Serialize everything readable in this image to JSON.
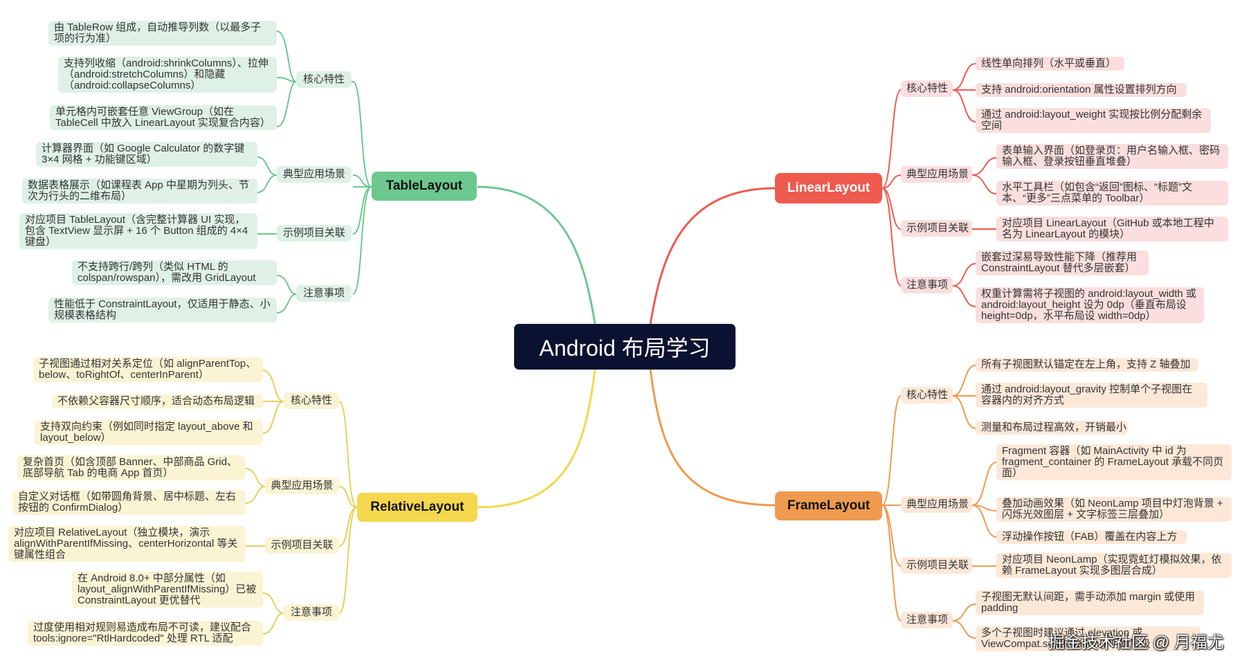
{
  "root": {
    "label": "Android 布局学习"
  },
  "branches": {
    "tablelayout": {
      "label": "TableLayout",
      "core": {
        "label": "核心特性",
        "items": [
          "由 TableRow 组成，自动推导列数（以最多子项的行为准）",
          "支持列收缩（android:shrinkColumns）、拉伸（android:stretchColumns）和隐藏（android:collapseColumns）",
          "单元格内可嵌套任意 ViewGroup（如在 TableCell 中放入 LinearLayout 实现复合内容）"
        ]
      },
      "scene": {
        "label": "典型应用场景",
        "items": [
          "计算器界面（如 Google Calculator 的数字键 3×4 网格 + 功能键区域）",
          "数据表格展示（如课程表 App 中星期为列头、节次为行头的二维布局）"
        ]
      },
      "example": {
        "label": "示例项目关联",
        "items": [
          "对应项目 TableLayout（含完整计算器 UI 实现，包含 TextView 显示屏 + 16 个 Button 组成的 4×4 键盘）"
        ]
      },
      "notes": {
        "label": "注意事项",
        "items": [
          "不支持跨行/跨列（类似 HTML 的 colspan/rowspan），需改用 GridLayout",
          "性能低于 ConstraintLayout，仅适用于静态、小规模表格结构"
        ]
      }
    },
    "linearlayout": {
      "label": "LinearLayout",
      "core": {
        "label": "核心特性",
        "items": [
          "线性单向排列（水平或垂直）",
          "支持 android:orientation 属性设置排列方向",
          "通过 android:layout_weight 实现按比例分配剩余空间"
        ]
      },
      "scene": {
        "label": "典型应用场景",
        "items": [
          "表单输入界面（如登录页：用户名输入框、密码输入框、登录按钮垂直堆叠）",
          "水平工具栏（如包含“返回”图标、“标题”文本、“更多”三点菜单的 Toolbar）"
        ]
      },
      "example": {
        "label": "示例项目关联",
        "items": [
          "对应项目 LinearLayout（GitHub 或本地工程中名为 LinearLayout 的模块）"
        ]
      },
      "notes": {
        "label": "注意事项",
        "items": [
          "嵌套过深易导致性能下降（推荐用 ConstraintLayout 替代多层嵌套）",
          "权重计算需将子视图的 android:layout_width 或 android:layout_height 设为 0dp（垂直布局设 height=0dp，水平布局设 width=0dp）"
        ]
      }
    },
    "relativelayout": {
      "label": "RelativeLayout",
      "core": {
        "label": "核心特性",
        "items": [
          "子视图通过相对关系定位（如 alignParentTop、below、toRightOf、centerInParent）",
          "不依赖父容器尺寸顺序，适合动态布局逻辑",
          "支持双向约束（例如同时指定 layout_above 和 layout_below）"
        ]
      },
      "scene": {
        "label": "典型应用场景",
        "items": [
          "复杂首页（如含顶部 Banner、中部商品 Grid、底部导航 Tab 的电商 App 首页）",
          "自定义对话框（如带圆角背景、居中标题、左右按钮的 ConfirmDialog）"
        ]
      },
      "example": {
        "label": "示例项目关联",
        "items": [
          "对应项目 RelativeLayout（独立模块，演示 alignWithParentIfMissing、centerHorizontal 等关键属性组合"
        ]
      },
      "notes": {
        "label": "注意事项",
        "items": [
          "在 Android 8.0+ 中部分属性（如 layout_alignWithParentIfMissing）已被 ConstraintLayout 更优替代",
          "过度使用相对规则易造成布局不可读，建议配合 tools:ignore=\"RtlHardcoded\" 处理 RTL 适配"
        ]
      }
    },
    "framelayout": {
      "label": "FrameLayout",
      "core": {
        "label": "核心特性",
        "items": [
          "所有子视图默认锚定在左上角，支持 Z 轴叠加",
          "通过 android:layout_gravity 控制单个子视图在容器内的对齐方式",
          "测量和布局过程高效，开销最小"
        ]
      },
      "scene": {
        "label": "典型应用场景",
        "items": [
          "Fragment 容器（如 MainActivity 中 id 为 fragment_container 的 FrameLayout 承载不同页面）",
          "叠加动画效果（如 NeonLamp 项目中灯泡背景 + 闪烁光效图层 + 文字标签三层叠加）",
          "浮动操作按钮（FAB）覆盖在内容上方"
        ]
      },
      "example": {
        "label": "示例项目关联",
        "items": [
          "对应项目 NeonLamp（实现霓虹灯模拟效果，依赖 FrameLayout 实现多图层合成）"
        ]
      },
      "notes": {
        "label": "注意事项",
        "items": [
          "子视图无默认间距，需手动添加 margin 或使用 padding",
          "多个子视图时建议通过 elevation 或 ViewCompat.setElevation() 明确层级"
        ]
      }
    }
  },
  "watermark": "掘金技术社区 @ 月福尤",
  "colors": {
    "green": "#6cc88f",
    "red": "#ef5a4e",
    "yellow": "#f5d74d",
    "orange": "#ef9a4f",
    "root": "#0b1130"
  }
}
